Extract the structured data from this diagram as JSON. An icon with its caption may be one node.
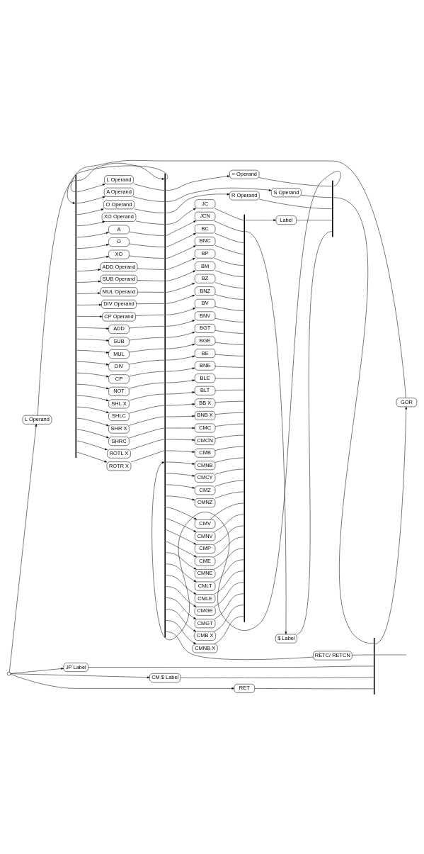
{
  "diagram": {
    "nodes": [
      {
        "text": [],
        "shape": "circle"
      },
      {
        "text": [
          "L Operand"
        ]
      },
      {
        "text": [
          "GOR"
        ]
      },
      {
        "text": [
          "= Operand"
        ]
      },
      {
        "text": [
          "S Operand"
        ]
      },
      {
        "text": [
          "R Operand"
        ]
      },
      {
        "text": [
          "L Operand"
        ]
      },
      {
        "text": [
          "A Operand"
        ]
      },
      {
        "text": [
          "O Operand"
        ]
      },
      {
        "text": [
          "XO Operand"
        ]
      },
      {
        "text": [
          "A"
        ]
      },
      {
        "text": [
          "O"
        ]
      },
      {
        "text": [
          "XO"
        ]
      },
      {
        "text": [
          "ADD Operand"
        ]
      },
      {
        "text": [
          "SUB Operand"
        ]
      },
      {
        "text": [
          "MUL Operand"
        ]
      },
      {
        "text": [
          "DIV Operand"
        ]
      },
      {
        "text": [
          "CP Operand"
        ]
      },
      {
        "text": [
          "ADD"
        ]
      },
      {
        "text": [
          "SUB"
        ]
      },
      {
        "text": [
          "MUL"
        ]
      },
      {
        "text": [
          "DIV"
        ]
      },
      {
        "text": [
          "CP"
        ]
      },
      {
        "text": [
          "NOT"
        ]
      },
      {
        "text": [
          "SHL X"
        ]
      },
      {
        "text": [
          "SHLC"
        ]
      },
      {
        "text": [
          "SHR X"
        ]
      },
      {
        "text": [
          "SHRC"
        ]
      },
      {
        "text": [
          "ROTL X"
        ]
      },
      {
        "text": [
          "ROTR X"
        ]
      },
      {
        "text": [
          "JC"
        ]
      },
      {
        "text": [
          "JCN"
        ]
      },
      {
        "text": [
          "BC"
        ]
      },
      {
        "text": [
          "BNC"
        ]
      },
      {
        "text": [
          "BP"
        ]
      },
      {
        "text": [
          "BM"
        ]
      },
      {
        "text": [
          "BZ"
        ]
      },
      {
        "text": [
          "BNZ"
        ]
      },
      {
        "text": [
          "BV"
        ]
      },
      {
        "text": [
          "BNV"
        ]
      },
      {
        "text": [
          "BGT"
        ]
      },
      {
        "text": [
          "BGE"
        ]
      },
      {
        "text": [
          "BE"
        ]
      },
      {
        "text": [
          "BNE"
        ]
      },
      {
        "text": [
          "BLE"
        ]
      },
      {
        "text": [
          "BLT"
        ]
      },
      {
        "text": [
          "BB X"
        ]
      },
      {
        "text": [
          "BNB X"
        ]
      },
      {
        "text": [
          "CMC"
        ]
      },
      {
        "text": [
          "CMCN"
        ]
      },
      {
        "text": [
          "CMB"
        ]
      },
      {
        "text": [
          "CMNB"
        ]
      },
      {
        "text": [
          "CMCY"
        ]
      },
      {
        "text": [
          "CMZ"
        ]
      },
      {
        "text": [
          "CMNZ"
        ]
      },
      {
        "text": [
          "CMV"
        ]
      },
      {
        "text": [
          "CMNV"
        ]
      },
      {
        "text": [
          "CMP"
        ]
      },
      {
        "text": [
          "CME"
        ]
      },
      {
        "text": [
          "CMNE"
        ]
      },
      {
        "text": [
          "CMLT"
        ]
      },
      {
        "text": [
          "CMLE"
        ]
      },
      {
        "text": [
          "CMGE"
        ]
      },
      {
        "text": [
          "CMGT"
        ]
      },
      {
        "text": [
          "CMB X"
        ]
      },
      {
        "text": [
          "CMNB X"
        ]
      },
      {
        "text": [
          "Label"
        ]
      },
      {
        "text": [
          "$ Label"
        ]
      },
      {
        "text": [
          "RETC/ RETCN"
        ]
      },
      {
        "text": [
          "JP Label"
        ]
      },
      {
        "text": [
          "CM $ Label"
        ]
      },
      {
        "text": [
          "RET"
        ]
      },
      {
        "text": [],
        "shape": "bar"
      },
      {
        "text": [],
        "shape": "bar"
      },
      {
        "text": [],
        "shape": "bar"
      },
      {
        "text": [],
        "shape": "bar"
      },
      {
        "text": [],
        "shape": "bar"
      }
    ],
    "edges": [
      {
        "from": 0,
        "to": 1,
        "arrow": "to"
      },
      {
        "from": 0,
        "to": 69,
        "arrow": "to"
      },
      {
        "from": 0,
        "to": 70,
        "arrow": "to"
      },
      {
        "from": 0,
        "to": 71,
        "arrow": "to"
      },
      {
        "from": 1,
        "to": 72,
        "arrow": "none"
      },
      {
        "from": 2,
        "to": 72,
        "arrow": "none"
      },
      {
        "from": 72,
        "to": 73,
        "arrow": "to"
      },
      {
        "from": 73,
        "to": 72,
        "arrow": "to"
      },
      {
        "from": 72,
        "to": 6,
        "arrow": "to"
      },
      {
        "from": 72,
        "to": 7,
        "arrow": "to"
      },
      {
        "from": 72,
        "to": 8,
        "arrow": "to"
      },
      {
        "from": 72,
        "to": 9,
        "arrow": "to"
      },
      {
        "from": 72,
        "to": 10,
        "arrow": "to"
      },
      {
        "from": 72,
        "to": 11,
        "arrow": "to"
      },
      {
        "from": 72,
        "to": 12,
        "arrow": "to"
      },
      {
        "from": 72,
        "to": 13,
        "arrow": "to"
      },
      {
        "from": 72,
        "to": 14,
        "arrow": "to"
      },
      {
        "from": 72,
        "to": 15,
        "arrow": "to"
      },
      {
        "from": 72,
        "to": 16,
        "arrow": "to"
      },
      {
        "from": 72,
        "to": 17,
        "arrow": "to"
      },
      {
        "from": 72,
        "to": 18,
        "arrow": "to"
      },
      {
        "from": 72,
        "to": 19,
        "arrow": "to"
      },
      {
        "from": 72,
        "to": 20,
        "arrow": "to"
      },
      {
        "from": 72,
        "to": 21,
        "arrow": "to"
      },
      {
        "from": 72,
        "to": 22,
        "arrow": "to"
      },
      {
        "from": 72,
        "to": 23,
        "arrow": "to"
      },
      {
        "from": 72,
        "to": 24,
        "arrow": "to"
      },
      {
        "from": 72,
        "to": 25,
        "arrow": "to"
      },
      {
        "from": 72,
        "to": 26,
        "arrow": "to"
      },
      {
        "from": 72,
        "to": 27,
        "arrow": "to"
      },
      {
        "from": 72,
        "to": 28,
        "arrow": "to"
      },
      {
        "from": 72,
        "to": 29,
        "arrow": "to"
      },
      {
        "from": 6,
        "to": 73,
        "arrow": "none"
      },
      {
        "from": 7,
        "to": 73,
        "arrow": "none"
      },
      {
        "from": 8,
        "to": 73,
        "arrow": "none"
      },
      {
        "from": 9,
        "to": 73,
        "arrow": "none"
      },
      {
        "from": 10,
        "to": 73,
        "arrow": "none"
      },
      {
        "from": 11,
        "to": 73,
        "arrow": "none"
      },
      {
        "from": 12,
        "to": 73,
        "arrow": "none"
      },
      {
        "from": 13,
        "to": 73,
        "arrow": "none"
      },
      {
        "from": 14,
        "to": 73,
        "arrow": "none"
      },
      {
        "from": 15,
        "to": 73,
        "arrow": "none"
      },
      {
        "from": 16,
        "to": 73,
        "arrow": "none"
      },
      {
        "from": 17,
        "to": 73,
        "arrow": "none"
      },
      {
        "from": 18,
        "to": 73,
        "arrow": "none"
      },
      {
        "from": 19,
        "to": 73,
        "arrow": "none"
      },
      {
        "from": 20,
        "to": 73,
        "arrow": "none"
      },
      {
        "from": 21,
        "to": 73,
        "arrow": "none"
      },
      {
        "from": 22,
        "to": 73,
        "arrow": "none"
      },
      {
        "from": 23,
        "to": 73,
        "arrow": "none"
      },
      {
        "from": 24,
        "to": 73,
        "arrow": "none"
      },
      {
        "from": 25,
        "to": 73,
        "arrow": "none"
      },
      {
        "from": 26,
        "to": 73,
        "arrow": "none"
      },
      {
        "from": 27,
        "to": 73,
        "arrow": "none"
      },
      {
        "from": 28,
        "to": 73,
        "arrow": "none"
      },
      {
        "from": 29,
        "to": 73,
        "arrow": "none"
      },
      {
        "from": 73,
        "to": 3,
        "arrow": "to"
      },
      {
        "from": 73,
        "to": 4,
        "arrow": "to"
      },
      {
        "from": 73,
        "to": 5,
        "arrow": "to"
      },
      {
        "from": 3,
        "to": 74,
        "arrow": "none"
      },
      {
        "from": 4,
        "to": 74,
        "arrow": "none"
      },
      {
        "from": 5,
        "to": 74,
        "arrow": "none"
      },
      {
        "from": 73,
        "to": 30,
        "arrow": "to"
      },
      {
        "from": 73,
        "to": 31,
        "arrow": "to"
      },
      {
        "from": 73,
        "to": 32,
        "arrow": "to"
      },
      {
        "from": 73,
        "to": 33,
        "arrow": "to"
      },
      {
        "from": 73,
        "to": 34,
        "arrow": "to"
      },
      {
        "from": 73,
        "to": 35,
        "arrow": "to"
      },
      {
        "from": 73,
        "to": 36,
        "arrow": "to"
      },
      {
        "from": 73,
        "to": 37,
        "arrow": "to"
      },
      {
        "from": 73,
        "to": 38,
        "arrow": "to"
      },
      {
        "from": 73,
        "to": 39,
        "arrow": "to"
      },
      {
        "from": 73,
        "to": 40,
        "arrow": "to"
      },
      {
        "from": 73,
        "to": 41,
        "arrow": "to"
      },
      {
        "from": 73,
        "to": 42,
        "arrow": "to"
      },
      {
        "from": 73,
        "to": 43,
        "arrow": "to"
      },
      {
        "from": 73,
        "to": 44,
        "arrow": "to"
      },
      {
        "from": 73,
        "to": 45,
        "arrow": "to"
      },
      {
        "from": 73,
        "to": 46,
        "arrow": "to"
      },
      {
        "from": 73,
        "to": 47,
        "arrow": "to"
      },
      {
        "from": 73,
        "to": 48,
        "arrow": "to"
      },
      {
        "from": 73,
        "to": 49,
        "arrow": "to"
      },
      {
        "from": 73,
        "to": 50,
        "arrow": "to"
      },
      {
        "from": 73,
        "to": 51,
        "arrow": "to"
      },
      {
        "from": 73,
        "to": 52,
        "arrow": "to"
      },
      {
        "from": 73,
        "to": 53,
        "arrow": "to"
      },
      {
        "from": 73,
        "to": 54,
        "arrow": "to"
      },
      {
        "from": 73,
        "to": 55,
        "arrow": "to"
      },
      {
        "from": 73,
        "to": 56,
        "arrow": "to"
      },
      {
        "from": 73,
        "to": 57,
        "arrow": "to"
      },
      {
        "from": 73,
        "to": 58,
        "arrow": "to"
      },
      {
        "from": 73,
        "to": 59,
        "arrow": "to"
      },
      {
        "from": 73,
        "to": 60,
        "arrow": "to"
      },
      {
        "from": 73,
        "to": 61,
        "arrow": "to"
      },
      {
        "from": 73,
        "to": 62,
        "arrow": "to"
      },
      {
        "from": 73,
        "to": 63,
        "arrow": "to"
      },
      {
        "from": 73,
        "to": 64,
        "arrow": "to"
      },
      {
        "from": 73,
        "to": 65,
        "arrow": "to"
      },
      {
        "from": 30,
        "to": 75,
        "arrow": "none"
      },
      {
        "from": 31,
        "to": 75,
        "arrow": "none"
      },
      {
        "from": 32,
        "to": 75,
        "arrow": "none"
      },
      {
        "from": 33,
        "to": 75,
        "arrow": "none"
      },
      {
        "from": 34,
        "to": 75,
        "arrow": "none"
      },
      {
        "from": 35,
        "to": 75,
        "arrow": "none"
      },
      {
        "from": 36,
        "to": 75,
        "arrow": "none"
      },
      {
        "from": 37,
        "to": 75,
        "arrow": "none"
      },
      {
        "from": 38,
        "to": 75,
        "arrow": "none"
      },
      {
        "from": 39,
        "to": 75,
        "arrow": "none"
      },
      {
        "from": 40,
        "to": 75,
        "arrow": "none"
      },
      {
        "from": 41,
        "to": 75,
        "arrow": "none"
      },
      {
        "from": 42,
        "to": 75,
        "arrow": "none"
      },
      {
        "from": 43,
        "to": 75,
        "arrow": "none"
      },
      {
        "from": 44,
        "to": 75,
        "arrow": "none"
      },
      {
        "from": 45,
        "to": 75,
        "arrow": "none"
      },
      {
        "from": 46,
        "to": 75,
        "arrow": "none"
      },
      {
        "from": 47,
        "to": 75,
        "arrow": "none"
      },
      {
        "from": 48,
        "to": 75,
        "arrow": "none"
      },
      {
        "from": 49,
        "to": 75,
        "arrow": "none"
      },
      {
        "from": 50,
        "to": 75,
        "arrow": "none"
      },
      {
        "from": 51,
        "to": 75,
        "arrow": "none"
      },
      {
        "from": 52,
        "to": 75,
        "arrow": "none"
      },
      {
        "from": 53,
        "to": 75,
        "arrow": "none"
      },
      {
        "from": 54,
        "to": 75,
        "arrow": "none"
      },
      {
        "from": 55,
        "to": 75,
        "arrow": "none"
      },
      {
        "from": 56,
        "to": 75,
        "arrow": "none"
      },
      {
        "from": 57,
        "to": 75,
        "arrow": "none"
      },
      {
        "from": 58,
        "to": 75,
        "arrow": "none"
      },
      {
        "from": 59,
        "to": 75,
        "arrow": "none"
      },
      {
        "from": 60,
        "to": 75,
        "arrow": "none"
      },
      {
        "from": 61,
        "to": 75,
        "arrow": "none"
      },
      {
        "from": 62,
        "to": 75,
        "arrow": "none"
      },
      {
        "from": 63,
        "to": 75,
        "arrow": "none"
      },
      {
        "from": 64,
        "to": 75,
        "arrow": "none"
      },
      {
        "from": 65,
        "to": 75,
        "arrow": "none"
      },
      {
        "from": 75,
        "to": 66,
        "arrow": "to"
      },
      {
        "from": 75,
        "to": 67,
        "arrow": "to"
      },
      {
        "from": 66,
        "to": 74,
        "arrow": "none"
      },
      {
        "from": 67,
        "to": 74,
        "arrow": "none"
      },
      {
        "from": 74,
        "to": 73,
        "arrow": "to"
      },
      {
        "from": 74,
        "to": 76,
        "arrow": "none"
      },
      {
        "from": 73,
        "to": 68,
        "arrow": "none"
      },
      {
        "from": 68,
        "to": 76,
        "arrow": "none"
      },
      {
        "from": 76,
        "to": 2,
        "arrow": "to"
      },
      {
        "from": 69,
        "to": 76,
        "arrow": "none"
      },
      {
        "from": 70,
        "to": 76,
        "arrow": "none"
      },
      {
        "from": 71,
        "to": 76,
        "arrow": "none"
      },
      {
        "from": 76,
        "to": null,
        "arrow": "none"
      }
    ]
  }
}
